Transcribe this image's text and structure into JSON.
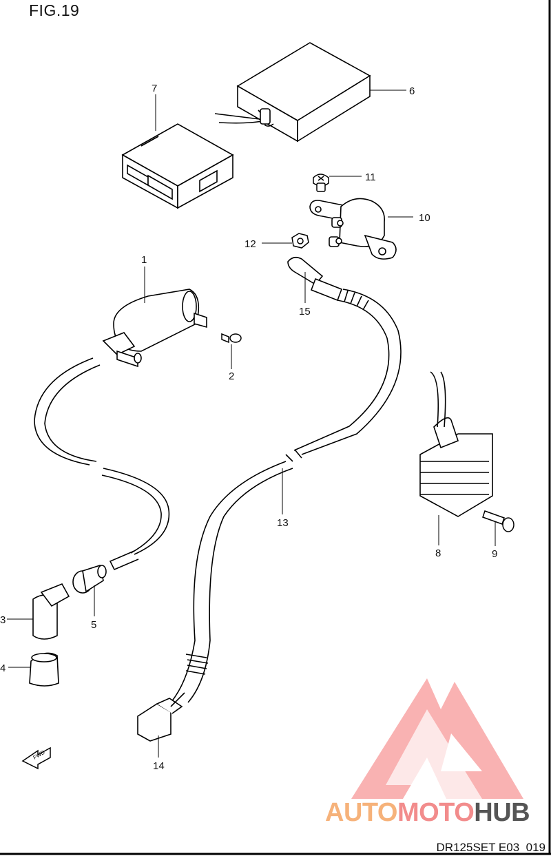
{
  "figure": {
    "title": "FIG.19",
    "sheet_code": "DR125SET E03_019"
  },
  "watermark": {
    "brand_part1": "AUTO",
    "brand_part2": "MOTO",
    "brand_part3": "HUB",
    "accent_color": "#f28c8c",
    "secondary_color": "#f6b27a"
  },
  "forward_marker": {
    "text": "FWD"
  },
  "callouts": [
    "1",
    "2",
    "3",
    "4",
    "5",
    "6",
    "7",
    "8",
    "9",
    "10",
    "11",
    "12",
    "13",
    "14",
    "15"
  ]
}
